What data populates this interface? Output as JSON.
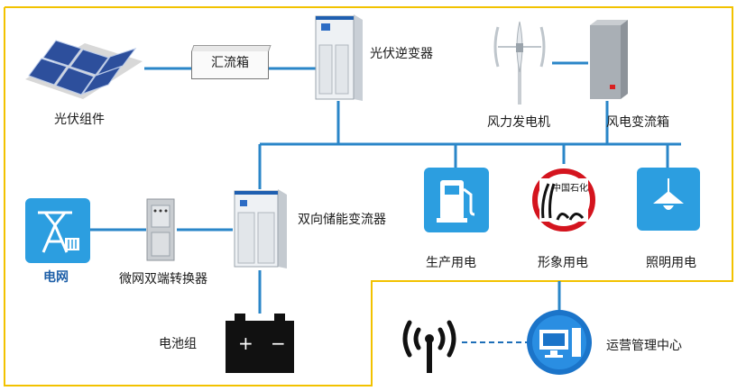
{
  "colors": {
    "frame": "#f2c200",
    "wire": "#2a86c8",
    "tile_blue": "#2c9ee0",
    "dashed": "#1e6fb8"
  },
  "labels": {
    "pv_module": "光伏组件",
    "combiner_box": "汇流箱",
    "pv_inverter": "光伏逆变器",
    "wind_turbine": "风力发电机",
    "wind_combiner": "风电变流箱",
    "bidirectional_pcs": "双向储能变流器",
    "production_power": "生产用电",
    "image_power": "形象用电",
    "lighting_power": "照明用电",
    "grid": "电网",
    "microgrid_switch": "微网双端转换器",
    "battery": "电池组",
    "ops_center": "运营管理中心"
  },
  "icons": {
    "solar_panel": "solar-panel-icon",
    "inverter": "inverter-cabinet-icon",
    "wind": "wind-turbine-icon",
    "wind_cabinet": "wind-cabinet-icon",
    "pcs": "pcs-cabinet-icon",
    "fuel": "fuel-pump-icon",
    "logo": "brand-logo-icon",
    "lamp": "pendant-lamp-icon",
    "tower": "power-tower-icon",
    "switch_cabinet": "switch-cabinet-icon",
    "battery": "battery-icon",
    "antenna": "wireless-antenna-icon",
    "computer": "computer-icon"
  },
  "logo_text": "中国石化",
  "battery_signs": {
    "plus": "+",
    "minus": "−"
  }
}
